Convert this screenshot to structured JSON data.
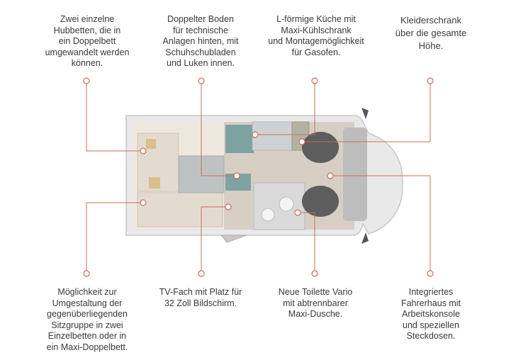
{
  "callouts": {
    "top_1": "Zwei einzelne\nHubbetten, die in\nein Doppelbett\numgewandelt werden\nkönnen.",
    "top_2": "Doppelter Boden\nfür technische\nAnlagen hinten, mit\nSchuhschubladen\nund Luken innen.",
    "top_3": "L-förmige Küche mit\nMaxi-Kühlschrank\nund Montagemöglichkeit\nfür Gasofen.",
    "top_4": "Kleiderschrank\nüber die gesamte\nHöhe.",
    "bottom_1": "Möglichkeit zur\nUmgestaltung der\ngegenüberliegenden\nSitzgruppe in zwei\nEinzelbetten oder in\nein Maxi-Doppelbett.",
    "bottom_2": "TV-Fach mit Platz für\n32 Zoll Bildschirm.",
    "bottom_3": "Neue Toilette Vario\nmit abtrennbarer\nMaxi-Dusche.",
    "bottom_4": "Integriertes\nFahrerhaus mit\nArbeitskonsole\nund speziellen\nSteckdosen."
  },
  "colors": {
    "leader": "#c9705a",
    "text": "#3a3a3a"
  }
}
